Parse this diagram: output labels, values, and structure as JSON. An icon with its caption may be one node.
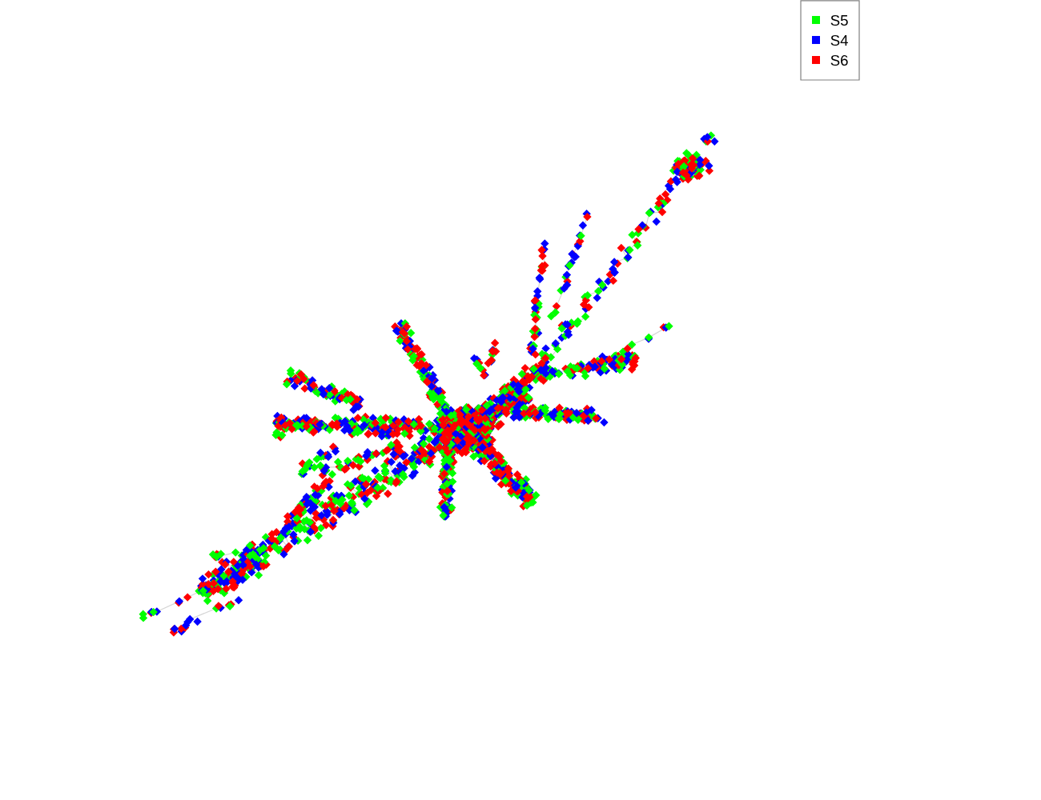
{
  "diagram": {
    "legend": [
      {
        "text": "S5",
        "color": "#00ff00"
      },
      {
        "text": "S4",
        "color": "#0000ff"
      },
      {
        "text": "S6",
        "color": "#ff0000"
      }
    ]
  }
}
